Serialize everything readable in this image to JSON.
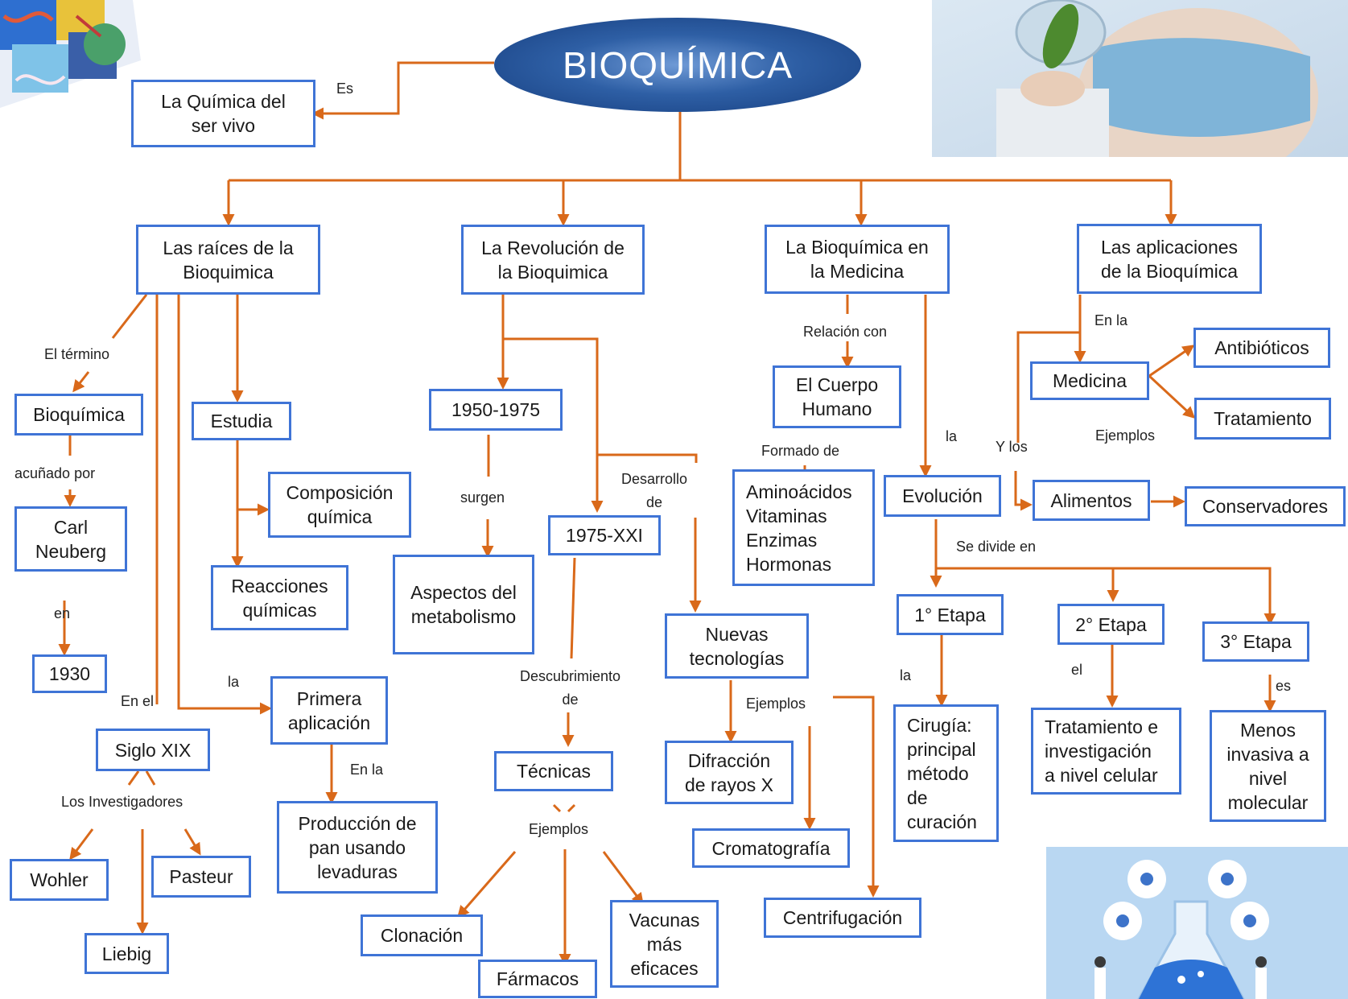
{
  "title": "BIOQUÍMICA",
  "nodes": {
    "quimica_ser_vivo": "La Química del\nser vivo",
    "raices": "Las raíces de la\nBioquimica",
    "revolucion": "La Revolución de\nla Bioquimica",
    "medicina_main": "La Bioquímica en\nla Medicina",
    "aplicaciones": "Las aplicaciones\nde la Bioquímica",
    "bioquimica": "Bioquímica",
    "estudia": "Estudia",
    "composicion": "Composición\nquímica",
    "reacciones": "Reacciones\nquímicas",
    "carl": "Carl\nNeuberg",
    "anio_1930": "1930",
    "primera_aplicacion": "Primera\naplicación",
    "siglo_xix": "Siglo XIX",
    "produccion_pan": "Producción de\npan usando\nlevaduras",
    "wohler": "Wohler",
    "pasteur": "Pasteur",
    "liebig": "Liebig",
    "periodo_1950": "1950-1975",
    "periodo_1975": "1975-XXI",
    "aspectos": "Aspectos del\nmetabolismo",
    "tecnicas": "Técnicas",
    "clonacion": "Clonación",
    "farmacos": "Fármacos",
    "vacunas": "Vacunas\nmás\neficaces",
    "nuevas_tecnologias": "Nuevas\ntecnologías",
    "difraccion": "Difracción\nde rayos X",
    "cromatografia": "Cromatografía",
    "centrifugacion": "Centrifugación",
    "cuerpo_humano": "El Cuerpo\nHumano",
    "aminoacidos": "Aminoácidos\nVitaminas\nEnzimas\nHormonas",
    "evolucion": "Evolución",
    "etapa1": "1° Etapa",
    "etapa2": "2° Etapa",
    "etapa3": "3° Etapa",
    "cirugia": "Cirugía:\nprincipal\nmétodo\nde\ncuración",
    "tratamiento_investigacion": "Tratamiento  e\ninvestigación\na nivel celular",
    "menos_invasiva": "Menos\ninvasiva a\nnivel\nmolecular",
    "medicina": "Medicina",
    "antibioticos": "Antibióticos",
    "tratamiento": "Tratamiento",
    "alimentos": "Alimentos",
    "conservadores": "Conservadores"
  },
  "labels": {
    "es_top": "Es",
    "el_termino": "El término",
    "acunado_por": "acuñado por",
    "en": "en",
    "en_el": "En el",
    "la_primera": "la",
    "los_investigadores": "Los Investigadores",
    "en_la_pan": "En la",
    "surgen": "surgen",
    "desarrollo_de": "Desarrollo\nde",
    "descubrimiento_de": "Descubrimiento\nde",
    "ejemplos_tecnicas": "Ejemplos",
    "ejemplos_tecnologias": "Ejemplos",
    "relacion_con": "Relación con",
    "formado_de": "Formado de",
    "la_evolucion": "la",
    "se_divide_en": "Se divide en",
    "la_cirugia": "la",
    "el_tratamiento": "el",
    "es_menos": "es",
    "en_la_medicina": "En la",
    "y_los": "Y los",
    "ejemplos_aplic": "Ejemplos"
  },
  "colors": {
    "box_border": "#3f74d6",
    "arrow": "#d9691a",
    "title_fill": "#2e5fa5",
    "title_text": "#ffffff"
  },
  "images": [
    "dna-collage-image",
    "scientist-leaf-image",
    "lab-flask-illustration"
  ]
}
